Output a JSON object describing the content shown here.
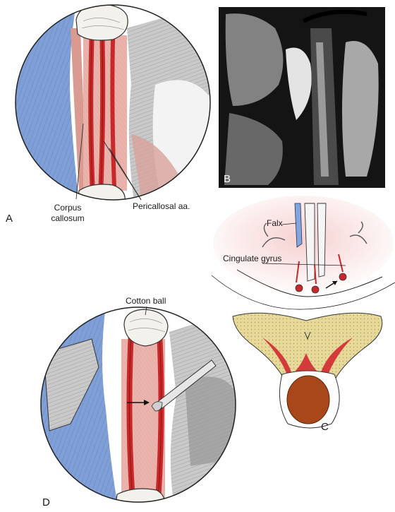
{
  "panels": {
    "a": {
      "letter": "A"
    },
    "b": {
      "letter": "B"
    },
    "c": {
      "letter": "C"
    },
    "d": {
      "letter": "D"
    }
  },
  "labels": {
    "corpus_callosum_line1": "Corpus",
    "corpus_callosum_line2": "callosum",
    "pericallosal": "Pericallosal aa.",
    "falx": "Falx",
    "cingulate": "Cingulate gyrus",
    "cotton_ball": "Cotton ball"
  },
  "colors": {
    "hemisphere_blue": "#7f9fd6",
    "artery_red": "#c8282a",
    "corpus_pink": "#eab4ad",
    "retractor_gray": "#c9c9c9",
    "bone_yellow": "#e6d99a",
    "tumor_brown": "#a8481a",
    "cingulate_pink": "#f2cccc"
  }
}
